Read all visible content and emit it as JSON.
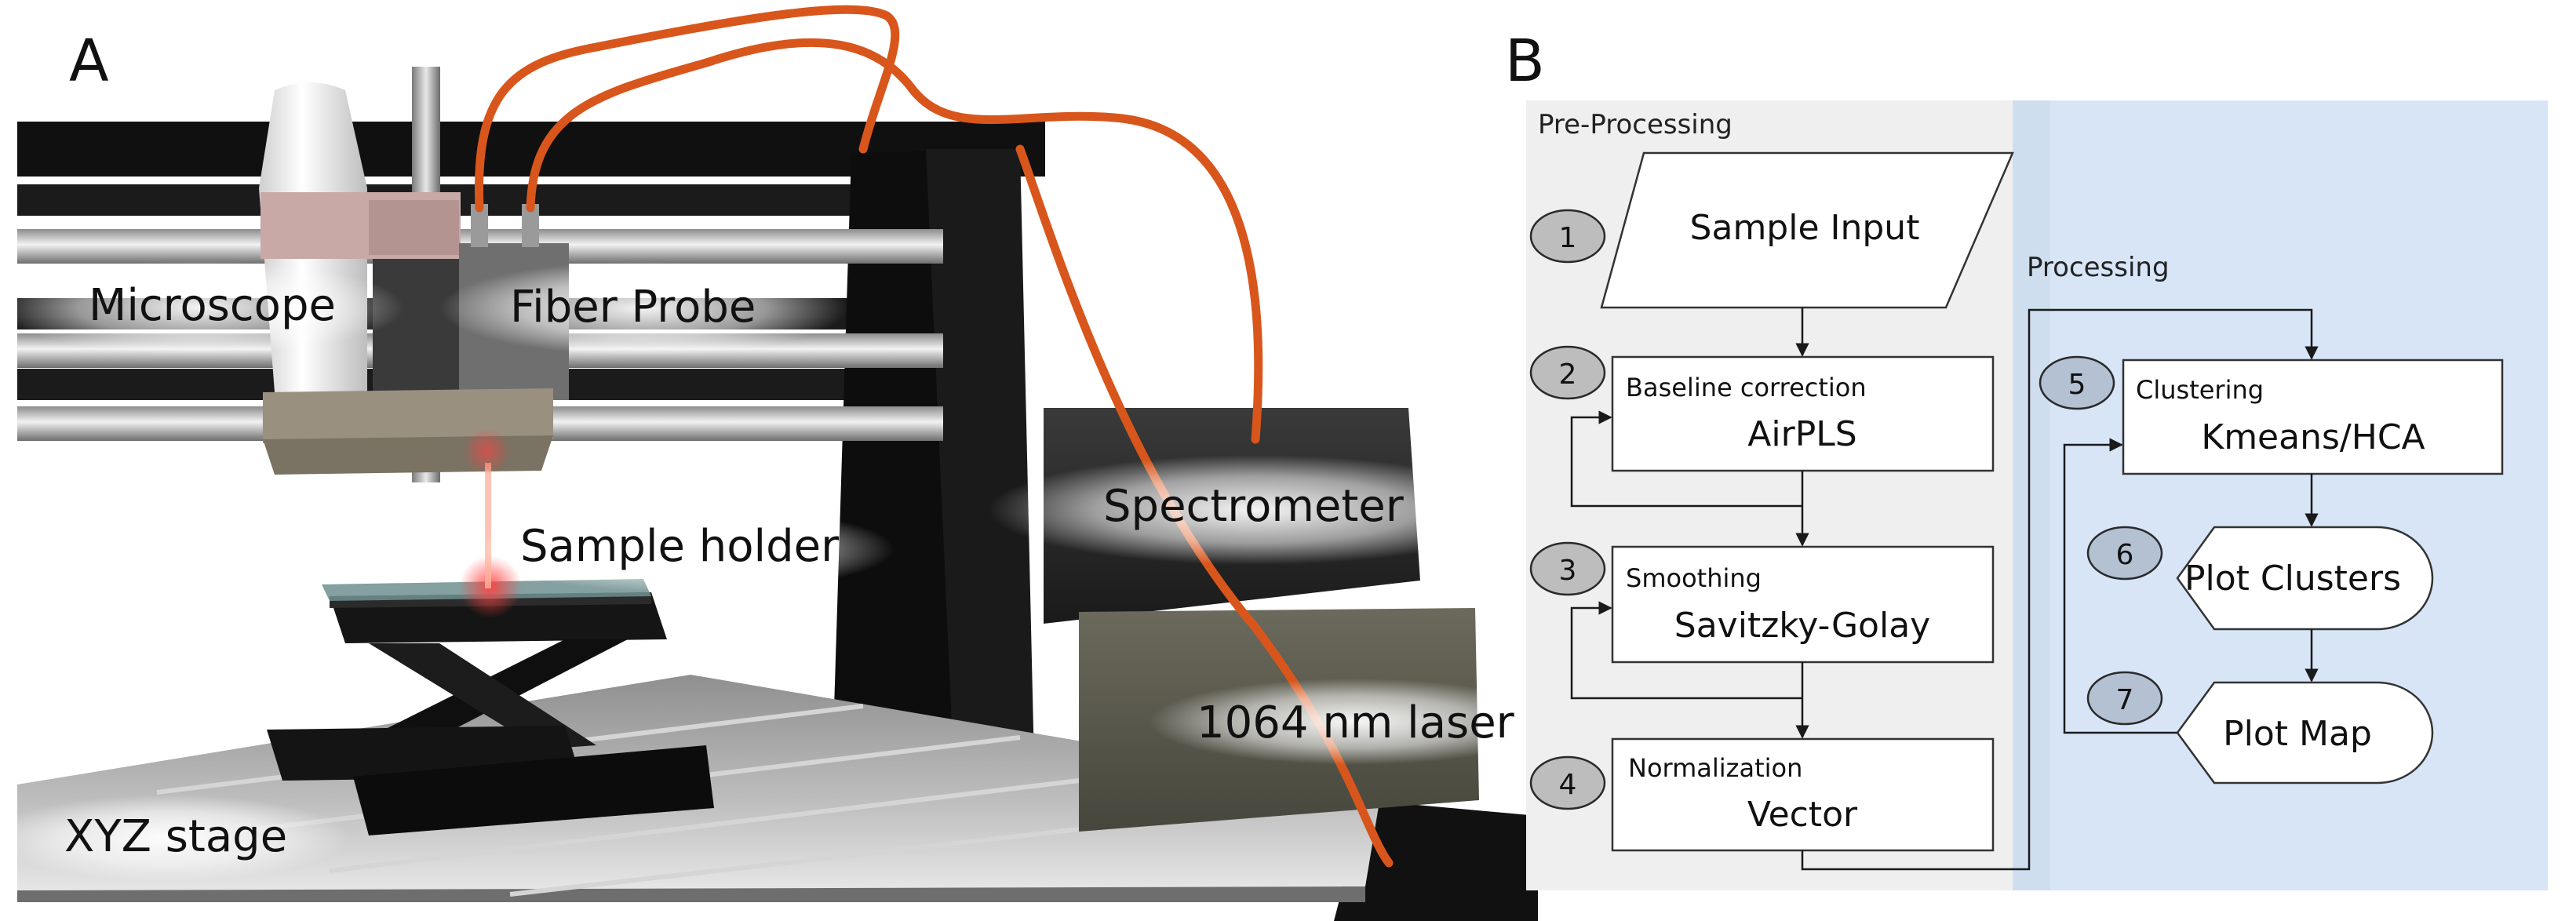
{
  "panel_a": {
    "letter": "A",
    "labels": {
      "microscope": "Microscope",
      "fiber_probe": "Fiber Probe",
      "sample_holder": "Sample holder",
      "spectrometer": "Spectrometer",
      "laser": "1064 nm laser",
      "stage": "XYZ stage"
    }
  },
  "panel_b": {
    "letter": "B",
    "preprocessing_title": "Pre-Processing",
    "processing_title": "Processing",
    "steps": [
      {
        "num": "1",
        "sub": "",
        "main": "Sample Input"
      },
      {
        "num": "2",
        "sub": "Baseline correction",
        "main": "AirPLS"
      },
      {
        "num": "3",
        "sub": "Smoothing",
        "main": "Savitzky-Golay"
      },
      {
        "num": "4",
        "sub": "Normalization",
        "main": "Vector"
      },
      {
        "num": "5",
        "sub": "Clustering",
        "main": "Kmeans/HCA"
      },
      {
        "num": "6",
        "sub": "",
        "main": "Plot Clusters"
      },
      {
        "num": "7",
        "sub": "",
        "main": "Plot Map"
      }
    ]
  },
  "colors": {
    "fiber": "#d8561c",
    "frame": "#121212",
    "preprocessing_bg": "#efefef",
    "processing_bg": "#d7e5f7",
    "badge_gray": "#bdbdbd",
    "badge_blue": "#b3c1d3"
  }
}
